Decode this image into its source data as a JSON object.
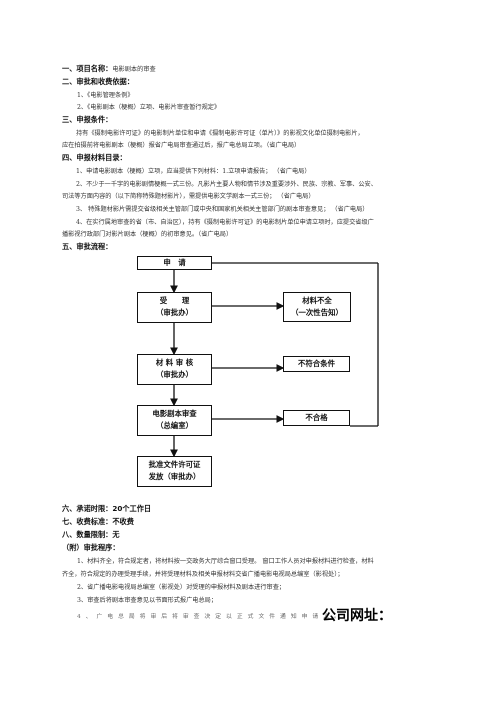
{
  "s1": {
    "head": "一、项目名称：",
    "text": "电影剧本的审查"
  },
  "s2": {
    "head": "二、审批和收费依据："
  },
  "basis": [
    "1、《电影管理条例》",
    "2、《电影剧本（梗概）立项、电影片审查暂行规定》"
  ],
  "s3": {
    "head": "三、申报条件："
  },
  "cond": [
    "持有《摄制电影许可证》的电影制片单位和申请《摄制电影许可证（单片）》的影视文化单位摄制电影片，",
    "应在拍摄前将电影剧本（梗概）报省广电局审查通过后，报广电总局立项。（省广电局）"
  ],
  "s4": {
    "head": "四、申报材料目录："
  },
  "mat": [
    "1、申请电影剧本（梗概）立项，应当提供下列材料：1.立项申请报告；  （省广电局）",
    "2、不少于一千字的电影剧情梗概一式三份。凡影片主要人物和情节涉及重要涉外、民族、宗教、军事、公安、",
    "司法等方面内容的（以下简称特殊题材影片），需提供电影文学剧本一式三份；  （省广电局）",
    "3、 特殊题材影片需提交省级相关主管部门或中央和国家机关相关主管部门的剧本审查意见；  （省广电局）",
    "4、在实行属地审查的省（市、自治区），持有《摄制电影许可证》的电影制片单位申请立项时，应提交省级广",
    "播影视行政部门对影片剧本（梗概）的初审意见。（省广电局）"
  ],
  "s5": {
    "head": "五、审批流程："
  },
  "flow": {
    "apply": "申　请",
    "accept1": "受　　理",
    "accept2": "（审批办）",
    "incomplete1": "材料不全",
    "incomplete2": "（一次性告知）",
    "review1": "材 料 审 核",
    "review2": "（审批办）",
    "notmeet": "不符合条件",
    "script1": "电影剧本审查",
    "script2": "（总编室）",
    "fail": "不合格",
    "approve1": "批准文件许可证",
    "approve2": "发放（审批办）"
  },
  "s6": {
    "head": "六、承诺时限：20个工作日"
  },
  "s7": {
    "head": "七、收费标准：不收费"
  },
  "s8": {
    "head": "八、数量限制：无"
  },
  "append": {
    "head": "（附）审批程序："
  },
  "proc": [
    "1、材料齐全，符合规定者，将材料按一交政务大厅综合窗口受理。 窗口工作人员对申报材料进行检查，材料",
    "齐全，符合规定的办理受理手续，并将受理材料及相关申报材料交省广播电影电视局总编室（影视处）；",
    "2、省广播电影电视局总编室（影视处）对受理的申报材料及剧本进行审查；",
    "3、审查后将剧本审查意见以书面形式报广电总局；"
  ],
  "last": "4、广电总局将审后将审查决定以正式文件通知申请人。",
  "footer": "公司网址："
}
